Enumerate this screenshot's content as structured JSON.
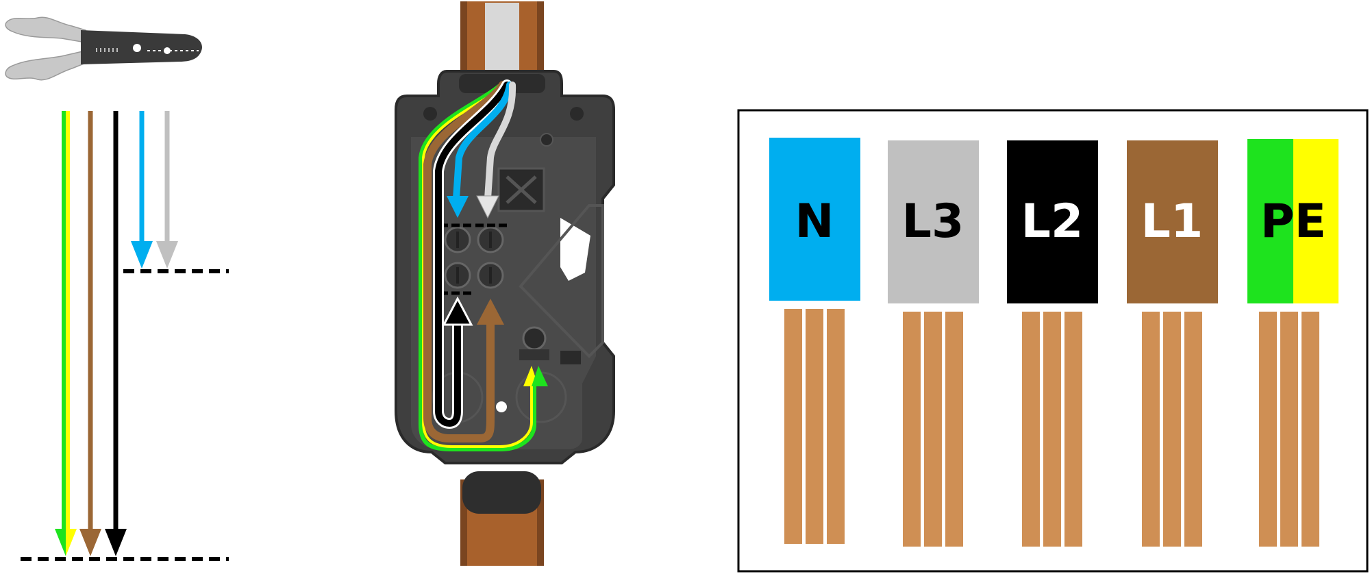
{
  "colors": {
    "blue": "#00aeef",
    "grey": "#c0c0c0",
    "black": "#000000",
    "brown": "#9b6735",
    "green": "#1ee31e",
    "yellow": "#ffff00",
    "copper": "#cf8f54",
    "housing": "#3f3f3f",
    "housing_dark": "#2a2a2a",
    "cable_wood": "#a8612c"
  },
  "stripper": {
    "icon": "wire-stripper-icon"
  },
  "strip_arrows": [
    {
      "name": "pe",
      "colors": [
        "green",
        "yellow"
      ],
      "length": "long"
    },
    {
      "name": "l1",
      "colors": [
        "brown"
      ],
      "length": "long"
    },
    {
      "name": "l2",
      "colors": [
        "black"
      ],
      "length": "long"
    },
    {
      "name": "n",
      "colors": [
        "blue"
      ],
      "length": "short"
    },
    {
      "name": "l3",
      "colors": [
        "grey"
      ],
      "length": "short"
    }
  ],
  "device": {
    "icon": "wallbox-housing-icon"
  },
  "legend": {
    "terminals": [
      {
        "label": "N",
        "color": "blue",
        "text_color": "#000000"
      },
      {
        "label": "L3",
        "color": "grey",
        "text_color": "#000000"
      },
      {
        "label": "L2",
        "color": "black",
        "text_color": "#ffffff"
      },
      {
        "label": "L1",
        "color": "brown",
        "text_color": "#ffffff"
      },
      {
        "label": "PE",
        "color": "green-yellow",
        "text_color": "#000000"
      }
    ]
  }
}
